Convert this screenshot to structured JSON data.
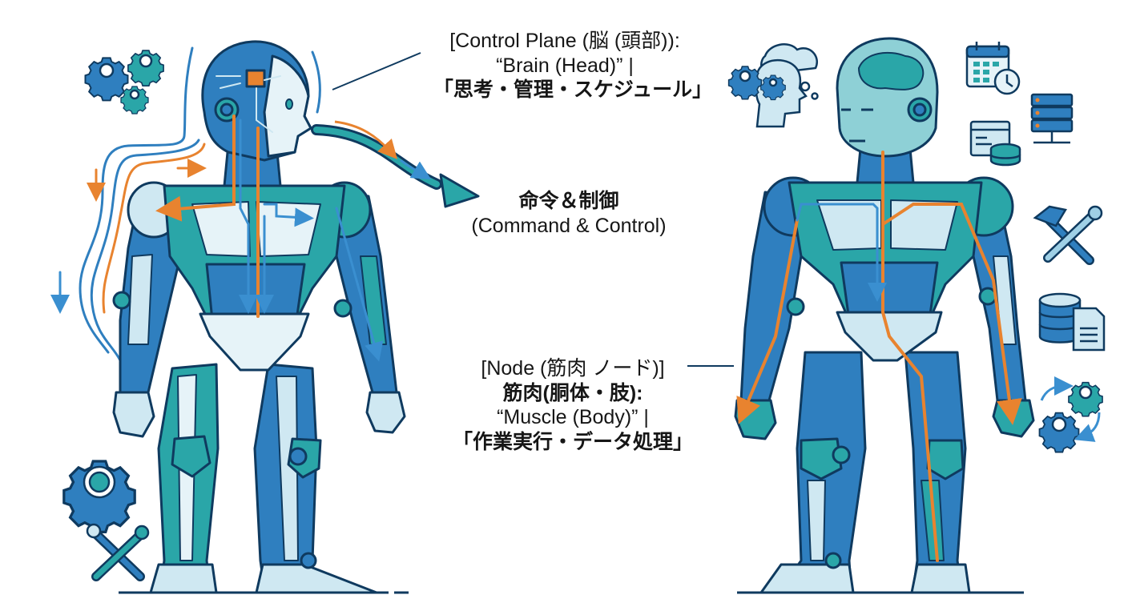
{
  "diagram": {
    "title": "Control Plane vs Node robot analogy",
    "colors": {
      "outline": "#0f3a5f",
      "blue": "#2f7fbf",
      "deep_blue": "#1f5e99",
      "teal": "#2aa6a8",
      "light": "#cfe8f2",
      "pale": "#e6f3f8",
      "orange": "#e8832f",
      "arrow_blue": "#3a8fd0"
    },
    "labels": {
      "control_plane": {
        "line1": "[Control Plane (脳 (頭部)):",
        "line2": "“Brain (Head)” |",
        "line3": "「思考・管理・スケジュール」"
      },
      "command": {
        "line1": "命令＆制御",
        "line2": "(Command & Control)"
      },
      "node": {
        "line1": "[Node (筋肉 ノード)]",
        "line2": "筋肉(胴体・肢):",
        "line3": "“Muscle (Body)” |",
        "line4": "「作業実行・データ処理」"
      }
    },
    "figures": [
      {
        "id": "control-plane-robot",
        "role": "Brain (Head)",
        "head_icon": "circuit-brain-chip"
      },
      {
        "id": "node-robot",
        "role": "Muscle (Body)",
        "head_icon": "organic-brain"
      }
    ],
    "icons_left": [
      "gears-icon",
      "gear-icon",
      "wrench-cross-icon"
    ],
    "icons_right": [
      "thinking-head-gears-icon",
      "calendar-clock-icon",
      "server-rack-icon",
      "dashboard-database-icon",
      "hammer-wrench-icon",
      "database-document-icon",
      "gears-sync-icon"
    ]
  }
}
